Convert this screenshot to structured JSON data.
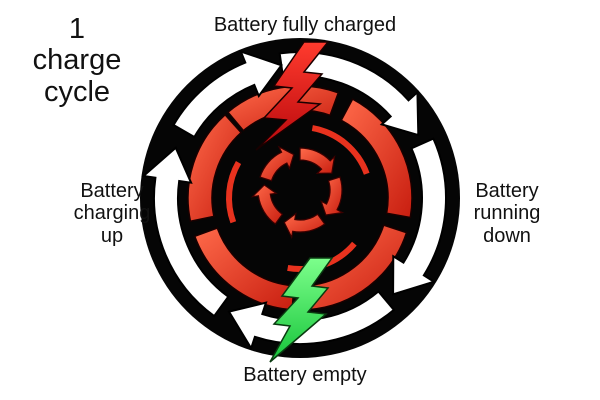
{
  "title": {
    "text": "1\ncharge\ncycle"
  },
  "stages": {
    "full": "Battery fully charged",
    "running_down": "Battery\nrunning\ndown",
    "empty": "Battery empty",
    "charging_up": "Battery\ncharging\nup"
  },
  "colors": {
    "disc": "#050505",
    "ring_red": "#e8321e",
    "arrow_fill": "#ffffff",
    "bolt_full": "#e3151a",
    "bolt_empty": "#2ee85a"
  },
  "icons": {
    "bolt_full": "lightning-bolt-red-icon",
    "bolt_empty": "lightning-bolt-green-icon",
    "cycle": "cycle-arrows-icon"
  }
}
